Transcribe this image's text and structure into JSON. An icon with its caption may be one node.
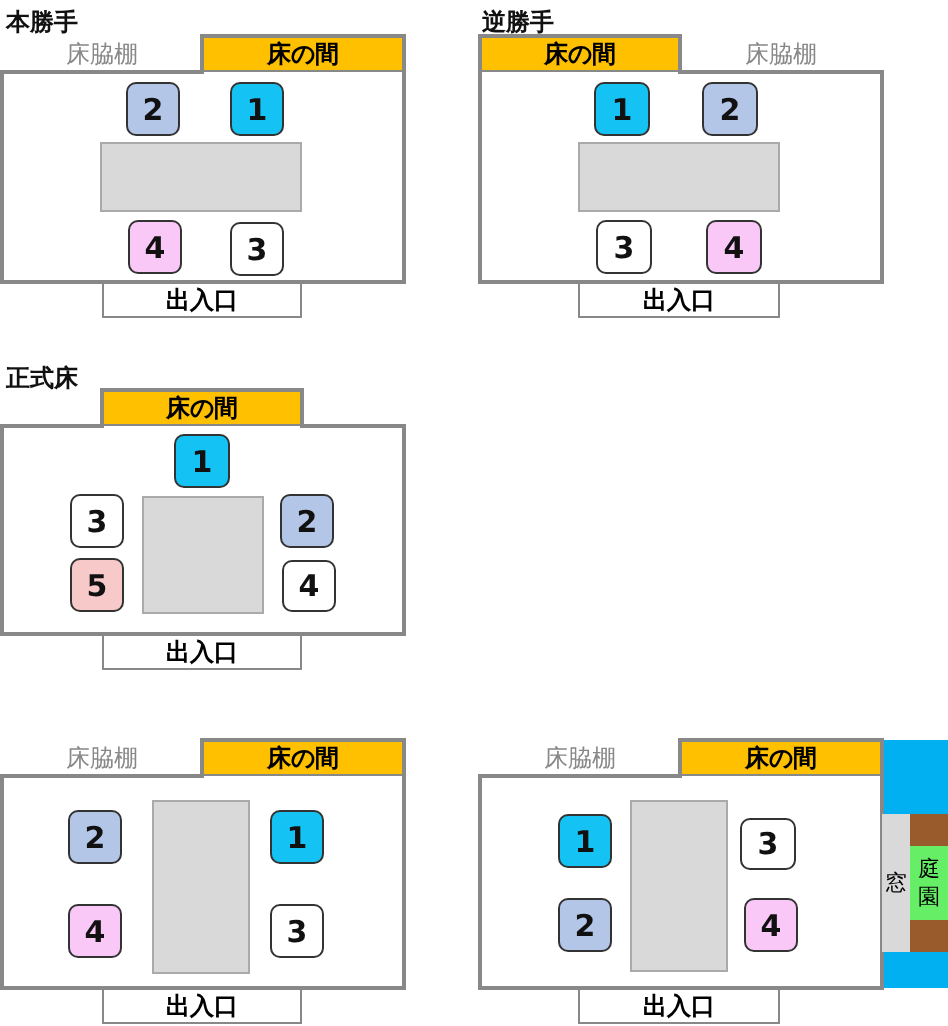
{
  "diagram": {
    "nodes": [
      {
        "text": [
          "床脇棚"
        ]
      },
      {
        "text": [
          "床の間"
        ]
      },
      {
        "text": [
          "2"
        ]
      },
      {
        "text": [
          "1"
        ]
      },
      {
        "text": [],
        "shape": "box"
      },
      {
        "text": [
          "4"
        ]
      },
      {
        "text": [
          "3"
        ]
      },
      {
        "text": [
          "出入口"
        ]
      },
      {
        "text": [
          "床の間"
        ]
      },
      {
        "text": [
          "床脇棚"
        ]
      },
      {
        "text": [
          "1"
        ]
      },
      {
        "text": [
          "2"
        ]
      },
      {
        "text": [],
        "shape": "box"
      },
      {
        "text": [
          "3"
        ]
      },
      {
        "text": [
          "4"
        ]
      },
      {
        "text": [
          "出入口"
        ]
      },
      {
        "text": [
          "床の間"
        ]
      },
      {
        "text": [
          "1"
        ]
      },
      {
        "text": [
          "3"
        ]
      },
      {
        "text": [],
        "shape": "box"
      },
      {
        "text": [
          "2"
        ]
      },
      {
        "text": [
          "5"
        ]
      },
      {
        "text": [
          "4"
        ]
      },
      {
        "text": [
          "出入口"
        ]
      },
      {
        "text": [
          "床脇棚"
        ]
      },
      {
        "text": [
          "床の間"
        ]
      },
      {
        "text": [
          "2"
        ]
      },
      {
        "text": [],
        "shape": "box"
      },
      {
        "text": [
          "1"
        ]
      },
      {
        "text": [
          "4"
        ]
      },
      {
        "text": [
          "3"
        ]
      },
      {
        "text": [
          "出入口"
        ]
      },
      {
        "text": [
          "床脇棚"
        ]
      },
      {
        "text": [
          "床の間"
        ]
      },
      {
        "text": [
          "1"
        ]
      },
      {
        "text": [],
        "shape": "box"
      },
      {
        "text": [
          "3"
        ]
      },
      {
        "text": [
          "窓"
        ]
      },
      {
        "text": [
          "庭園"
        ]
      },
      {
        "text": [
          "2"
        ]
      },
      {
        "text": [
          "4"
        ]
      },
      {
        "text": [
          "出入口"
        ]
      }
    ],
    "labels": [
      "本勝手",
      "逆勝手",
      "正式床"
    ]
  }
}
